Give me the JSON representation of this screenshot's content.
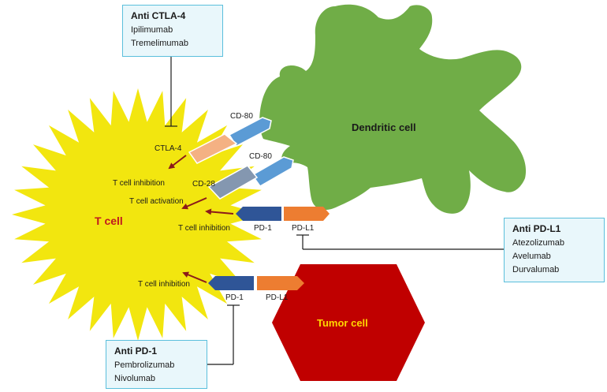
{
  "cells": {
    "t_cell": {
      "label": "T cell",
      "color": "#f2e60f",
      "label_color": "#c0191f"
    },
    "dendritic_cell": {
      "label": "Dendritic cell",
      "color": "#70ad47"
    },
    "tumor_cell": {
      "label": "Tumor  cell",
      "color": "#c00000",
      "label_color": "#ffd700"
    }
  },
  "receptors": {
    "cd80_top": "CD-80",
    "ctla4": "CTLA-4",
    "cd80_bottom": "CD-80",
    "cd28": "CD-28",
    "pd1_dc": "PD-1",
    "pdl1_dc": "PD-L1",
    "pd1_tumor": "PD-1",
    "pdl1_tumor": "PD-L1"
  },
  "effects": {
    "ctla4_effect": "T cell inhibition",
    "cd28_effect": "T cell activation",
    "pd1_dc_effect": "T cell inhibition",
    "pd1_tumor_effect": "T cell inhibition"
  },
  "drugs": {
    "anti_ctla4": {
      "title": "Anti CTLA-4",
      "items": [
        "Ipilimumab",
        "Tremelimumab"
      ]
    },
    "anti_pdl1": {
      "title": "Anti PD-L1",
      "items": [
        "Atezolizumab",
        "Avelumab",
        "Durvalumab"
      ]
    },
    "anti_pd1": {
      "title": "Anti PD-1",
      "items": [
        "Pembrolizumab",
        "Nivolumab"
      ]
    }
  },
  "colors": {
    "cd80": "#5b9bd5",
    "ctla4": "#f4b183",
    "cd28": "#8497b0",
    "pd1": "#2f5597",
    "pdl1": "#ed7d31",
    "effect_arrow": "#8b1a1a"
  }
}
